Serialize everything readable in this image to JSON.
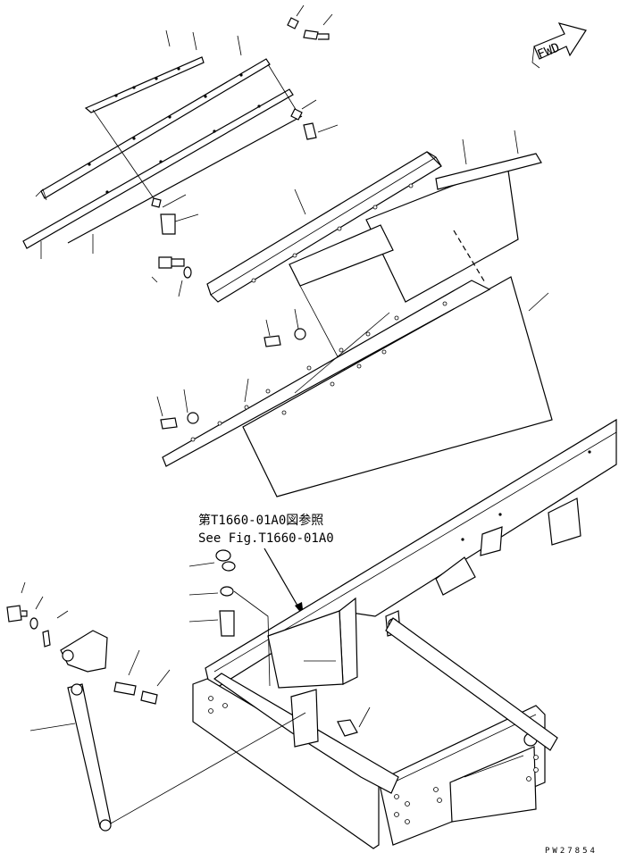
{
  "diagram": {
    "direction_label": "FWD",
    "reference_note_ja": "第T1660-01A0図参照",
    "reference_note_en": "See Fig.T1660-01A0",
    "drawing_number": "PW27854"
  }
}
